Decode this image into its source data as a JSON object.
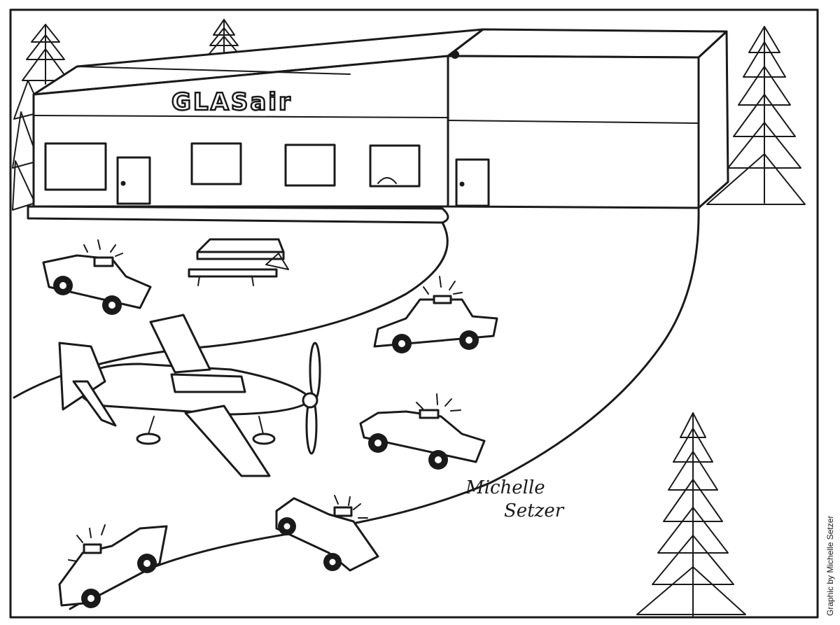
{
  "building": {
    "sign_text": "GLASair"
  },
  "signature": {
    "line1": "Michelle",
    "line2": "Setzer"
  },
  "credit": {
    "text": "Graphic by Michelle Setzer"
  },
  "colors": {
    "ink": "#1a1a1a",
    "paper": "#ffffff"
  }
}
